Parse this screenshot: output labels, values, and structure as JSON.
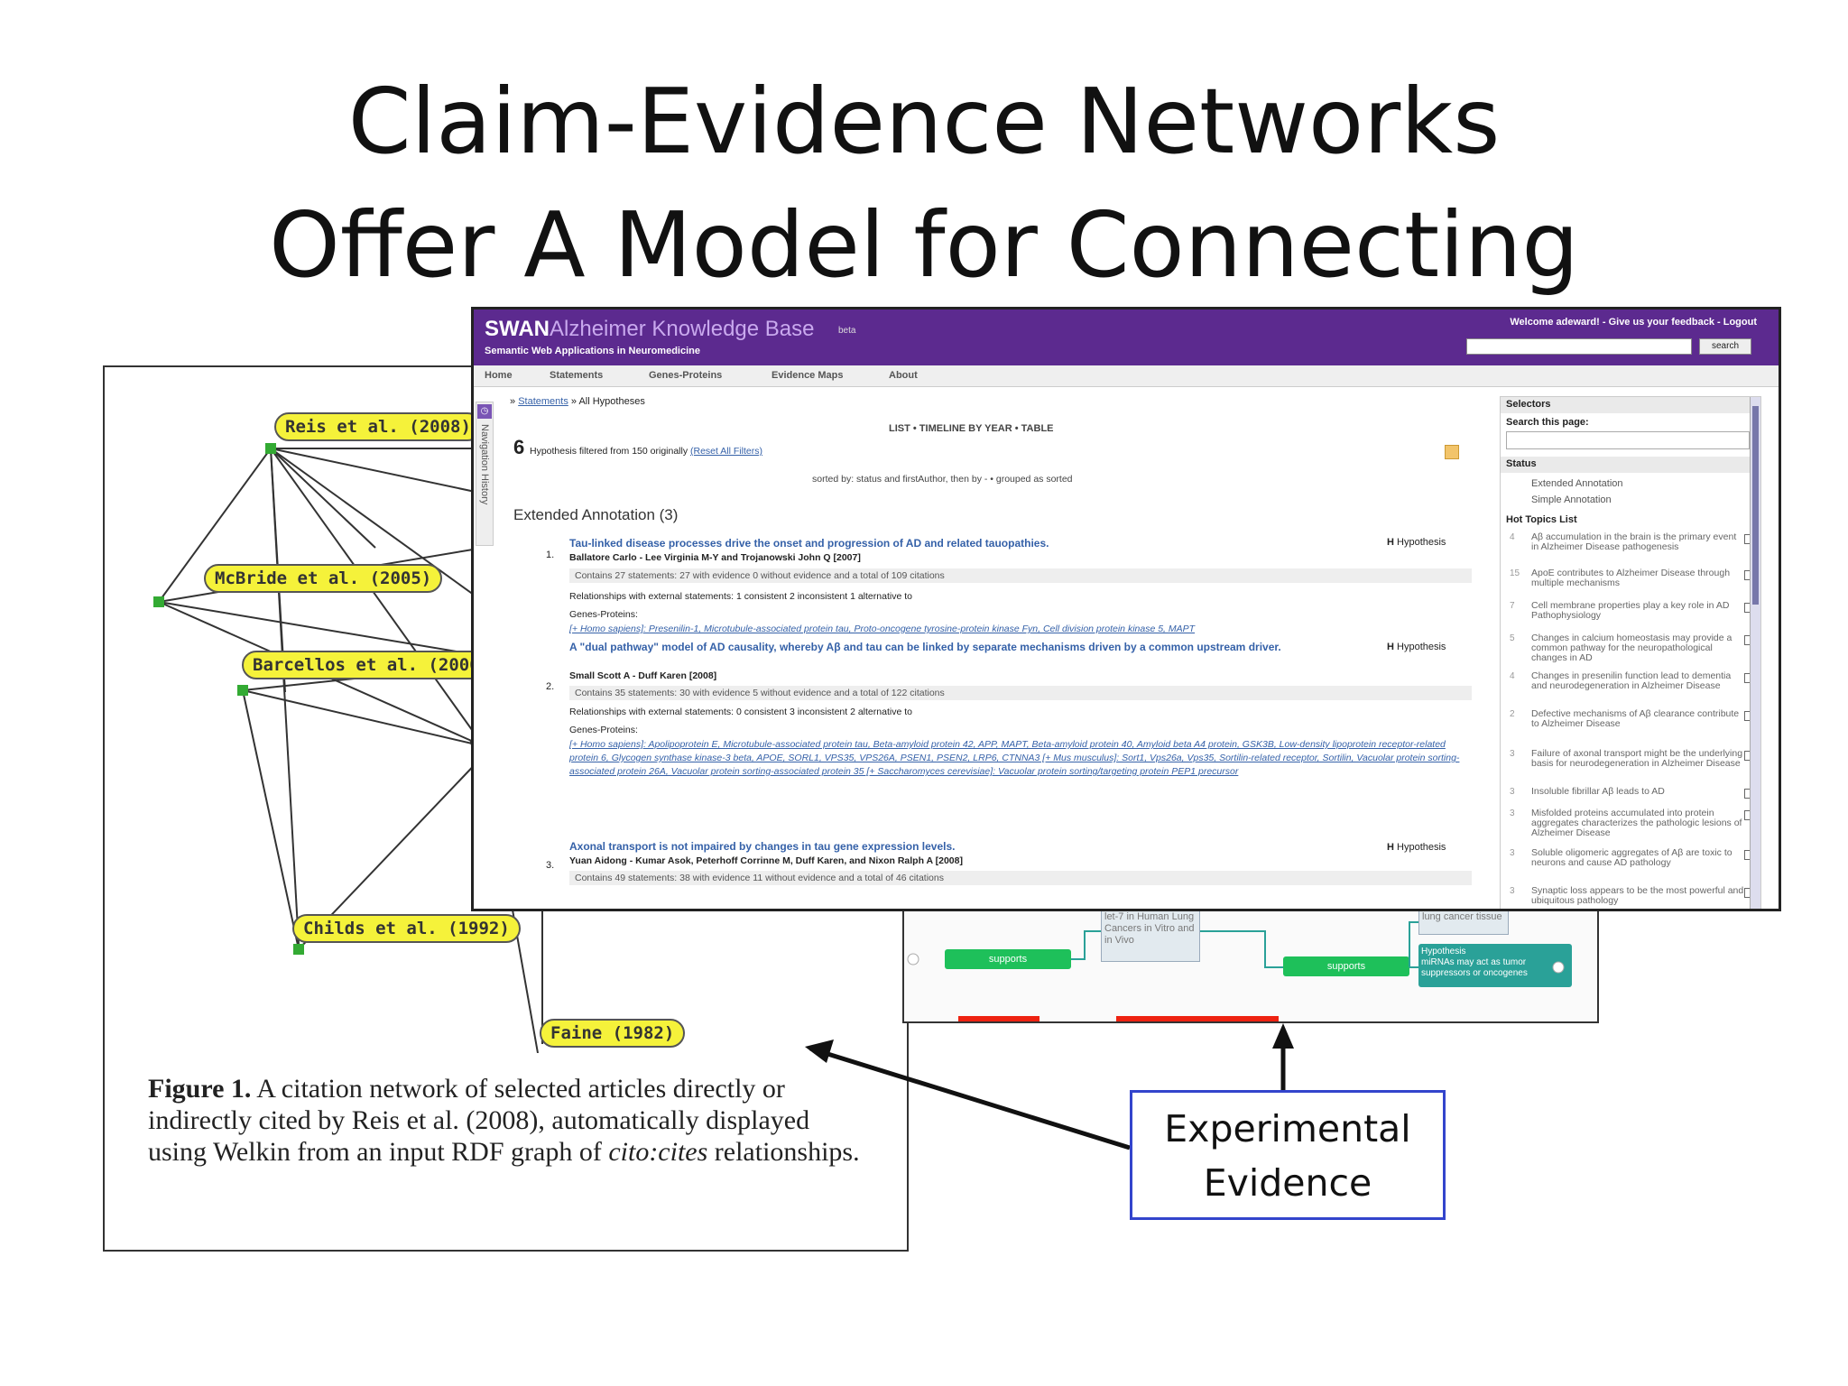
{
  "slide": {
    "title_line1": "Claim-Evidence Networks",
    "title_line2": "Offer A Model for Connecting Knowledge:"
  },
  "citation_figure": {
    "nodes": [
      "Reis et al. (2008)",
      "McBride et al. (2005)",
      "Barcellos et al. (2000)",
      "Childs et al. (1992)",
      "Faine (1982)"
    ],
    "caption_label": "Figure 1.",
    "caption_text": "A citation network of selected articles directly or indirectly cited by Reis et al. (2008), automatically displayed using Welkin from an input RDF graph of",
    "caption_term": "cito:cites",
    "caption_end": "relationships."
  },
  "workflow": {
    "box1": "let-7 in Human Lung Cancers in Vitro and in Vivo",
    "box2": "lung cancer tissue",
    "supports1": "supports",
    "supports2": "supports",
    "hypothesis_title": "Hypothesis",
    "hypothesis_text": "miRNAs may act as tumor suppressors or oncogenes"
  },
  "swan": {
    "logo": "SWAN",
    "app_name": "Alzheimer Knowledge Base",
    "beta": "beta",
    "subtitle": "Semantic Web Applications in Neuromedicine",
    "welcome": "Welcome adeward! - Give us your feedback - Logout",
    "search_button": "search",
    "nav": [
      "Home",
      "Statements",
      "Genes-Proteins",
      "Evidence Maps",
      "About"
    ],
    "nav_history": "Navigation History",
    "breadcrumb_link": "Statements",
    "breadcrumb_rest": "» All Hypotheses",
    "view_modes": "LIST • TIMELINE BY YEAR • TABLE",
    "count": "6",
    "count_text": "Hypothesis filtered from 150 originally",
    "reset_filters": "(Reset All Filters)",
    "sorted_by": "sorted by: status and firstAuthor, then by - • grouped as sorted",
    "section_title": "Extended Annotation (3)",
    "hypotheses": [
      {
        "num": "1.",
        "title": "Tau-linked disease processes drive the onset and progression of AD and related tauopathies.",
        "authors": "Ballatore Carlo - Lee Virginia M-Y and Trojanowski John Q  [2007]",
        "statements": "Contains 27 statements:  27 with evidence  0 without evidence  and a total of  109 citations",
        "relationships": "Relationships with external statements:  1 consistent  2 inconsistent  1 alternative to",
        "genes_label": "Genes-Proteins:",
        "genes": "[+ Homo sapiens]: Presenilin-1, Microtubule-associated protein tau, Proto-oncogene tyrosine-protein kinase Fyn, Cell division protein kinase 5, MAPT",
        "type": "Hypothesis"
      },
      {
        "num": "2.",
        "title": "A \"dual pathway\" model of AD causality, whereby Aβ and tau can be linked by separate mechanisms driven by a common upstream driver.",
        "authors": "Small Scott A - Duff Karen  [2008]",
        "statements": "Contains 35 statements:  30 with evidence  5 without evidence  and a total of  122 citations",
        "relationships": "Relationships with external statements:  0 consistent  3 inconsistent  2 alternative to",
        "genes_label": "Genes-Proteins:",
        "genes": "[+ Homo sapiens]: Apolipoprotein E, Microtubule-associated protein tau, Beta-amyloid protein 42, APP, MAPT, Beta-amyloid protein 40, Amyloid beta A4 protein, GSK3B, Low-density lipoprotein receptor-related protein 6, Glycogen synthase kinase-3 beta, APOE, SORL1, VPS35, VPS26A, PSEN1, PSEN2, LRP6, CTNNA3 [+ Mus musculus]: Sort1, Vps26a, Vps35, Sortilin-related receptor, Sortilin, Vacuolar protein sorting-associated protein 26A, Vacuolar protein sorting-associated protein 35 [+ Saccharomyces cerevisiae]: Vacuolar protein sorting/targeting protein PEP1 precursor",
        "type": "Hypothesis"
      },
      {
        "num": "3.",
        "title": "Axonal transport is not impaired by changes in tau gene expression levels.",
        "authors": "Yuan Aidong - Kumar Asok, Peterhoff Corrinne M, Duff Karen, and Nixon Ralph A  [2008]",
        "statements": "Contains 49 statements:  38 with evidence  11 without evidence  and a total of  46 citations",
        "type": "Hypothesis"
      }
    ],
    "sidebar": {
      "selectors": "Selectors",
      "search_page": "Search this page:",
      "status": "Status",
      "status_items": [
        "Extended Annotation",
        "Simple Annotation"
      ],
      "hot_topics": "Hot Topics List",
      "topics": [
        {
          "n": "4",
          "text": "Aβ accumulation in the brain is the primary event in Alzheimer Disease pathogenesis"
        },
        {
          "n": "15",
          "text": "ApoE contributes to Alzheimer Disease through multiple mechanisms"
        },
        {
          "n": "7",
          "text": "Cell membrane properties play a key role in AD Pathophysiology"
        },
        {
          "n": "5",
          "text": "Changes in calcium homeostasis may provide a common pathway for the neuropathological changes in AD"
        },
        {
          "n": "4",
          "text": "Changes in presenilin function lead to dementia and neurodegeneration in Alzheimer Disease"
        },
        {
          "n": "2",
          "text": "Defective mechanisms of Aβ clearance contribute to Alzheimer Disease"
        },
        {
          "n": "3",
          "text": "Failure of axonal transport might be the underlying basis for neurodegeneration in Alzheimer Disease"
        },
        {
          "n": "3",
          "text": "Insoluble fibrillar Aβ leads to AD"
        },
        {
          "n": "3",
          "text": "Misfolded proteins accumulated into protein aggregates characterizes the pathologic lesions of Alzheimer Disease"
        },
        {
          "n": "3",
          "text": "Soluble oligomeric aggregates of Aβ are toxic to neurons and cause AD pathology"
        },
        {
          "n": "3",
          "text": "Synaptic loss appears to be the most powerful and ubiquitous pathology"
        }
      ]
    }
  },
  "callout": {
    "line1": "Experimental",
    "line2": "Evidence"
  }
}
